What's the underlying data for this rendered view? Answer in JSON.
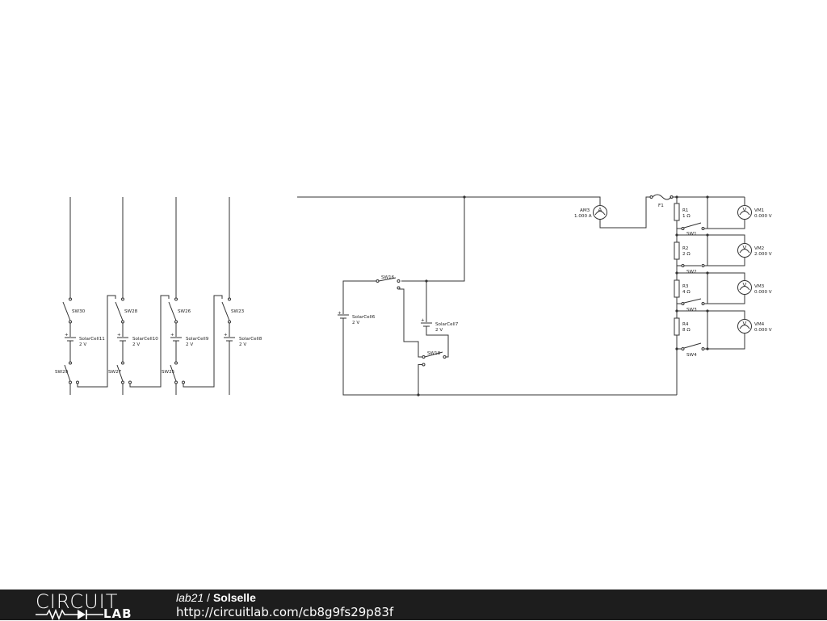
{
  "footer": {
    "logo_top": "CIRCUIT",
    "logo_bottom": "LAB",
    "username": "lab21",
    "separator": " / ",
    "circuit_name": "Solselle",
    "url": "http://circuitlab.com/cb8g9fs29p83f"
  },
  "components": {
    "sw30": "SW30",
    "sw28": "SW28",
    "sw26": "SW26",
    "sw23": "SW23",
    "sw29": "SW29",
    "sw27": "SW27",
    "sw25": "SW25",
    "cell11": {
      "name": "SolarCell11",
      "value": "2 V"
    },
    "cell10": {
      "name": "SolarCell10",
      "value": "2 V"
    },
    "cell9": {
      "name": "SolarCell9",
      "value": "2 V"
    },
    "cell8": {
      "name": "SolarCell8",
      "value": "2 V"
    },
    "cell6": {
      "name": "SolarCell6",
      "value": "2 V"
    },
    "cell7": {
      "name": "SolarCell7",
      "value": "2 V"
    },
    "sw16": "SW16",
    "sw18": "SW18",
    "am3": {
      "name": "AM3",
      "value": "1.000 A",
      "symbol": "A"
    },
    "f1": "F1",
    "r1": {
      "name": "R1",
      "value": "1 Ω"
    },
    "r2": {
      "name": "R2",
      "value": "2 Ω"
    },
    "r3": {
      "name": "R3",
      "value": "4 Ω"
    },
    "r4": {
      "name": "R4",
      "value": "8 Ω"
    },
    "sw1": "SW1",
    "sw2": "SW2",
    "sw3": "SW3",
    "sw4": "SW4",
    "vm1": {
      "name": "VM1",
      "value": "0.000 V",
      "symbol": "V"
    },
    "vm2": {
      "name": "VM2",
      "value": "2.000 V",
      "symbol": "V"
    },
    "vm3": {
      "name": "VM3",
      "value": "0.000 V",
      "symbol": "V"
    },
    "vm4": {
      "name": "VM4",
      "value": "0.000 V",
      "symbol": "V"
    },
    "plus": "+"
  },
  "colors": {
    "wire": "#333333",
    "footer_bg": "#1d1d1d",
    "footer_text": "#ffffff"
  }
}
